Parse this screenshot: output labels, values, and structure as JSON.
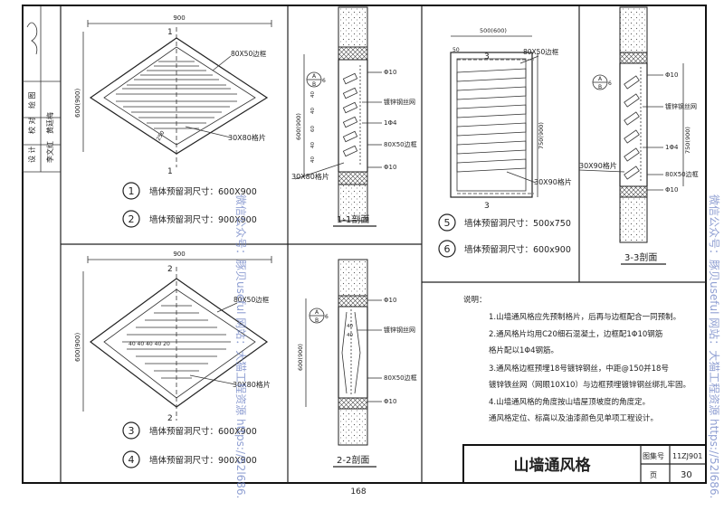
{
  "page_number": "168",
  "signature_block": {
    "rows": [
      {
        "label": "校 对",
        "value": "黄廷梅"
      },
      {
        "label": "设 计",
        "value": "李文红"
      },
      {
        "label": "绘 图",
        "value": ""
      }
    ]
  },
  "panel1": {
    "dim_width": "900",
    "dim_height": "600(900)",
    "frame_label": "80X50边框",
    "slat_label": "30X80格片",
    "slat_dim": "250",
    "section_mark": "1",
    "specs": [
      {
        "num": "1",
        "text": "墙体预留洞尺寸：600X900"
      },
      {
        "num": "2",
        "text": "墙体预留洞尺寸：900X900"
      }
    ]
  },
  "panel2": {
    "dim_width": "900",
    "dim_height": "600(900)",
    "frame_label": "80X50边框",
    "slat_label": "30X80格片",
    "inner_dims": "40 40 40 40 20",
    "section_mark": "2",
    "specs": [
      {
        "num": "3",
        "text": "墙体预留洞尺寸：600X900"
      },
      {
        "num": "4",
        "text": "墙体预留洞尺寸：900X900"
      }
    ]
  },
  "section11": {
    "title": "1-1剖面",
    "ref_top": "A",
    "ref_bottom": "B",
    "ref_sheet": "6",
    "labels": [
      "Φ10",
      "镀锌钢丝网",
      "1Φ4",
      "80X50边框",
      "Φ10"
    ],
    "bottom_label": "30X80格片",
    "dims": [
      "40",
      "40",
      "60",
      "40",
      "40"
    ],
    "dim_height": "600(900)"
  },
  "section22": {
    "title": "2-2剖面",
    "ref_top": "A",
    "ref_bottom": "B",
    "ref_sheet": "6",
    "labels": [
      "Φ10",
      "镀锌钢丝网",
      "80X50边框",
      "Φ10"
    ],
    "dims": [
      "40",
      "40"
    ],
    "dim_height": "600(900)"
  },
  "panel3": {
    "dim_width": "500(600)",
    "dim_height": "750(900)",
    "dim_small": "50",
    "frame_label": "80X50边框",
    "slat_label": "30X90格片",
    "section_mark": "3",
    "specs": [
      {
        "num": "5",
        "text": "墙体预留洞尺寸：500x750"
      },
      {
        "num": "6",
        "text": "墙体预留洞尺寸：600x900"
      }
    ]
  },
  "section33": {
    "title": "3-3剖面",
    "ref_top": "A",
    "ref_bottom": "B",
    "ref_sheet": "6",
    "labels": [
      "Φ10",
      "镀锌钢丝网",
      "1Φ4",
      "80X50边框",
      "Φ10"
    ],
    "bottom_label": "30X90格片",
    "dim_height": "750(900)"
  },
  "notes": {
    "heading": "说明：",
    "items": [
      "1.山墙通风格应先预制格片，后再与边框配合一同预制。",
      "2.通风格片均用C20细石混凝土，边框配1Φ10钢筋",
      "  格片配以1Φ4钢筋。",
      "3.通风格边框预埋18号镀锌钢丝，中距@150并18号",
      "  镀锌铁丝网（网眼10X10）与边框预埋镀锌钢丝绑扎牢固。",
      "4.山墙通风格的角度按山墙屋顶坡度的角度定。",
      "  通风格定位、标高以及油漆颜色见单项工程设计。"
    ]
  },
  "title_block": {
    "title": "山墙通风格",
    "atlas_label": "图集号",
    "atlas_value": "11ZJ901",
    "page_label": "页",
    "page_value": "30"
  },
  "watermarks": {
    "left": "微信公众号：豚贝useful  网站：大猫工程资源 https://52l686.",
    "right": "微信公众号：豚贝useful  网站：大猫工程资源 https://52l686."
  }
}
